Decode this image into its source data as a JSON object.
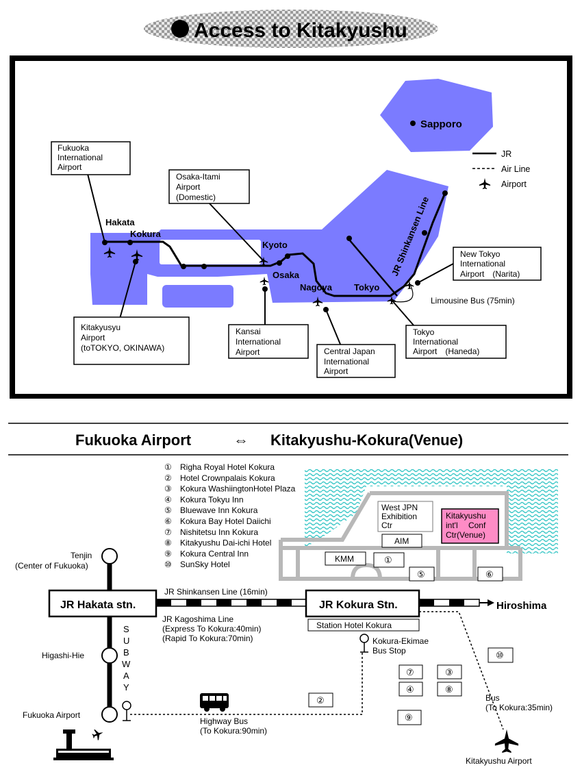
{
  "header": {
    "title": "Access to Kitakyushu"
  },
  "japan_map": {
    "legend": {
      "jr": "JR",
      "air_line": "Air Line",
      "airport": "Airport"
    },
    "cities": {
      "sapporo": "Sapporo",
      "hakata": "Hakata",
      "kokura": "Kokura",
      "kyoto": "Kyoto",
      "osaka": "Osaka",
      "nagoya": "Nagoya",
      "tokyo": "Tokyo"
    },
    "line_label": "JR Shinkansen Line",
    "limousine_bus": "Limousine Bus (75min)",
    "airports": {
      "fukuoka": [
        "Fukuoka",
        "International",
        "Airport"
      ],
      "osaka_itami": [
        "Osaka-Itami",
        "Airport",
        "(Domestic)"
      ],
      "kitakyusyu": [
        "Kitakyusyu",
        "Airport",
        "(toTOKYO, OKINAWA)"
      ],
      "kansai": [
        "Kansai",
        "International",
        "Airport"
      ],
      "central_japan": [
        "Central Japan",
        "International",
        "Airport"
      ],
      "new_tokyo": [
        "New Tokyo",
        "International",
        "Airport　(Narita)"
      ],
      "tokyo_haneda": [
        "Tokyo",
        "International",
        "Airport　(Haneda)"
      ]
    }
  },
  "route_header": {
    "from": "Fukuoka Airport",
    "arrow": "⇔",
    "to": "Kitakyushu-Kokura(Venue)"
  },
  "hotels": [
    {
      "num": "①",
      "name": "Righa Royal Hotel Kokura"
    },
    {
      "num": "②",
      "name": "Hotel Crownpalais Kokura"
    },
    {
      "num": "③",
      "name": "Kokura WashiingtonHotel Plaza"
    },
    {
      "num": "④",
      "name": "Kokura Tokyu Inn"
    },
    {
      "num": "⑤",
      "name": "Bluewave Inn Kokura"
    },
    {
      "num": "⑥",
      "name": "Kokura Bay Hotel Daiichi"
    },
    {
      "num": "⑦",
      "name": "Nishitetsu Inn Kokura"
    },
    {
      "num": "⑧",
      "name": "Kitakyushu Dai-ichi Hotel"
    },
    {
      "num": "⑨",
      "name": "Kokura Central Inn"
    },
    {
      "num": "⑩",
      "name": "SunSky Hotel"
    }
  ],
  "local_map": {
    "west_jpn": [
      "West JPN",
      "Exhibition",
      "Ctr"
    ],
    "venue": [
      "Kitakyushu",
      "int'l　 Conf",
      "Ctr(Venue)"
    ],
    "aim": "AIM",
    "kmm": "KMM",
    "tenjin": [
      "Tenjin",
      "(Center of Fukuoka)"
    ],
    "jr_hakata": "JR Hakata stn.",
    "jr_kokura": "JR Kokura Stn.",
    "station_hotel": "Station Hotel Kokura",
    "hiroshima": "Hiroshima",
    "shinkansen": "JR Shinkansen Line (16min)",
    "kagoshima": [
      "JR Kagoshima Line",
      "(Express To Kokura:40min)",
      "(Rapid To Kokura:70min)"
    ],
    "subway": [
      "S",
      "U",
      "B",
      "W",
      "A",
      "Y"
    ],
    "higashi_hie": "Higashi-Hie",
    "fukuoka_airport": "Fukuoka Airport",
    "bus_stop": [
      "Kokura-Ekimae",
      "Bus Stop"
    ],
    "highway_bus": [
      "Highway Bus",
      "(To Kokura:90min)"
    ],
    "bus": [
      "Bus",
      "(To Kokura:35min)"
    ],
    "kitakyushu_airport": "Kitakyushu Airport"
  },
  "colors": {
    "land": "#7b7bff",
    "sea": "#52d6d6",
    "venue": "#ff8cc6",
    "road": "#b8b8b8"
  }
}
